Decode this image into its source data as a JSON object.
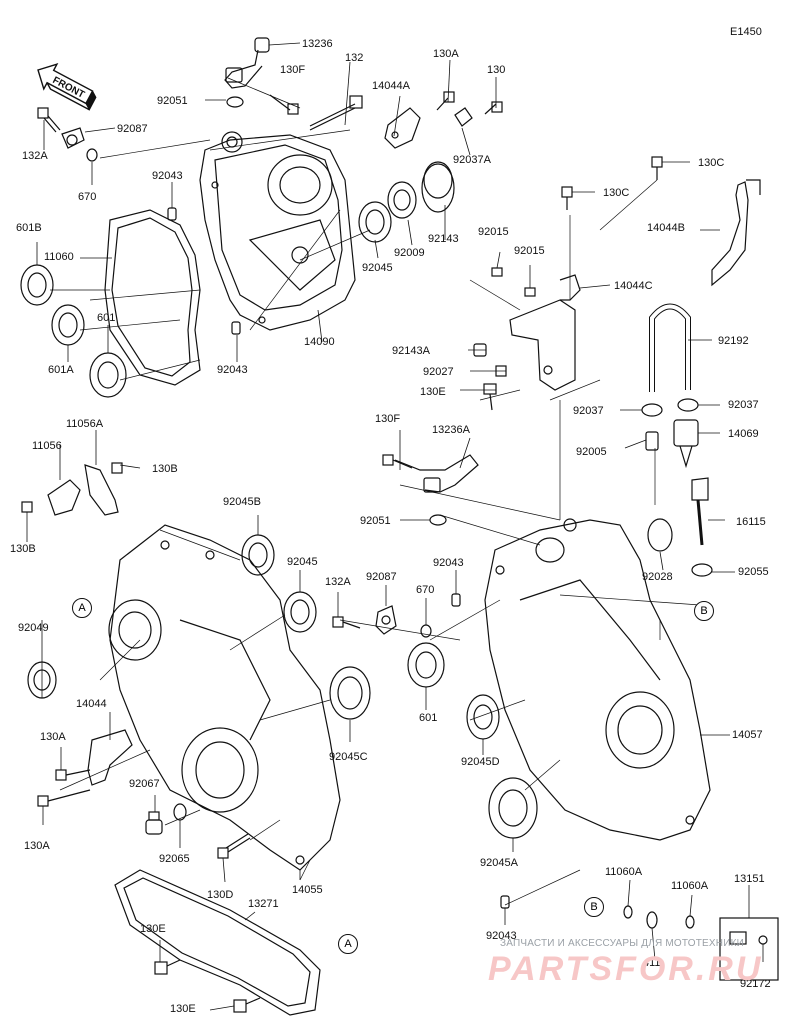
{
  "diagram_id": "E1450",
  "front_label": "FRONT",
  "part_labels": {
    "p13236": "13236",
    "p132": "132",
    "p130F_top": "130F",
    "p14044A": "14044A",
    "p130A_top": "130A",
    "p130_top": "130",
    "p92051_top": "92051",
    "p92087_top": "92087",
    "p132A_top": "132A",
    "p670_top": "670",
    "p92037A": "92037A",
    "p92043_top": "92043",
    "p601B": "601B",
    "p11060": "11060",
    "p92143": "92143",
    "p92009": "92009",
    "p92045_top": "92045",
    "p14090": "14090",
    "p601": "601",
    "p601A": "601A",
    "p92043_mid": "92043",
    "p130C_1": "130C",
    "p130C_2": "130C",
    "p14044B": "14044B",
    "p92015_1": "92015",
    "p92015_2": "92015",
    "p14044C": "14044C",
    "p92143A": "92143A",
    "p92027": "92027",
    "p130E_mid": "130E",
    "p92192": "92192",
    "p92037_1": "92037",
    "p92037_2": "92037",
    "p14069": "14069",
    "p11056A": "11056A",
    "p11056": "11056",
    "p130B_1": "130B",
    "p130B_2": "130B",
    "p92045B": "92045B",
    "p130F_mid": "130F",
    "p13236A": "13236A",
    "p92005": "92005",
    "p16115": "16115",
    "p92051_mid": "92051",
    "p92045_mid": "92045",
    "p132A_mid": "132A",
    "p92087_mid": "92087",
    "p670_mid": "670",
    "p92043_mid2": "92043",
    "p92028": "92028",
    "p92055": "92055",
    "p92049": "92049",
    "p601_mid": "601",
    "p14044": "14044",
    "p130A_1": "130A",
    "p92045C": "92045C",
    "p92045D": "92045D",
    "p14057": "14057",
    "p130A_2": "130A",
    "p92067": "92067",
    "p92065": "92065",
    "p130D": "130D",
    "p14055": "14055",
    "p92045A": "92045A",
    "p13271": "13271",
    "p130E_1": "130E",
    "p130E_2": "130E",
    "p11060A_1": "11060A",
    "p11060A_2": "11060A",
    "p13151": "13151",
    "p92043_bot": "92043",
    "p411": "411",
    "p92172": "92172"
  },
  "callouts": {
    "A1": "A",
    "A2": "A",
    "B1": "B",
    "B2": "B"
  },
  "watermark": {
    "subtitle": "ЗАПЧАСТИ И АКСЕССУАРЫ ДЛЯ МОТОТЕХНИКИ",
    "brand": "PARTSFOR.RU"
  },
  "colors": {
    "line": "#111111",
    "watermark_red": "#f7c7c7",
    "watermark_grey": "#9aa0a6"
  }
}
